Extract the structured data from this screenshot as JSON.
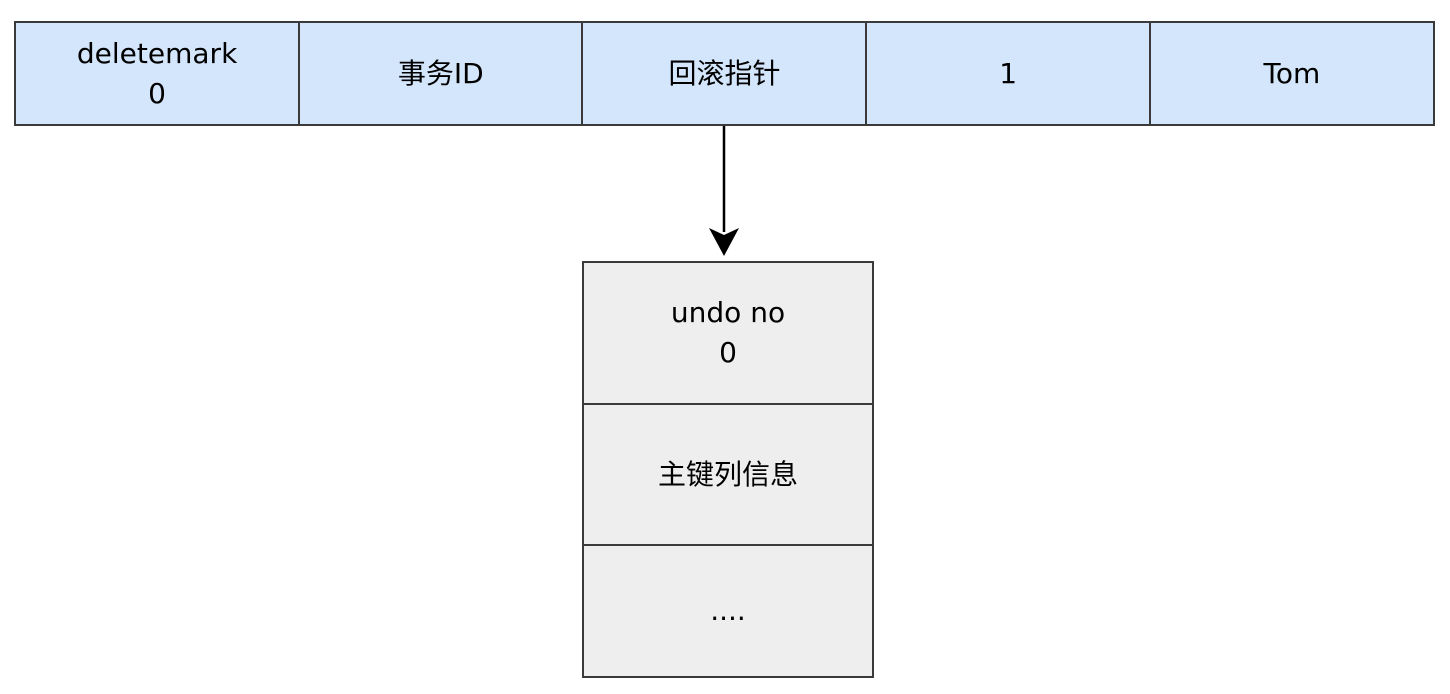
{
  "colors": {
    "row_fill": "#d4e6fb",
    "stack_fill": "#eeeeee",
    "border": "#3a3a3a",
    "arrow": "#000000"
  },
  "record_row": {
    "fields": [
      {
        "label": "deletemark\n0"
      },
      {
        "label": "事务ID"
      },
      {
        "label": "回滚指针"
      },
      {
        "label": "1"
      },
      {
        "label": "Tom"
      }
    ]
  },
  "undo_log": {
    "fields": [
      {
        "label": "undo no\n0"
      },
      {
        "label": "主键列信息"
      },
      {
        "label": "...."
      }
    ]
  }
}
